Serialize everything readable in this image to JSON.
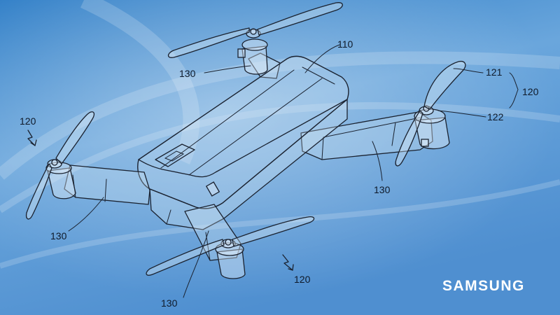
{
  "labels": {
    "body": "110",
    "propeller_assembly": "120",
    "propeller_blade": "121",
    "propeller_hub": "122",
    "arm": "130"
  },
  "brand": {
    "name": "SAMSUNG"
  },
  "colors": {
    "background_top": "#2f7fc8",
    "background_bottom": "#5c9ad6",
    "line": "#1a2230",
    "brand": "#ffffff"
  }
}
